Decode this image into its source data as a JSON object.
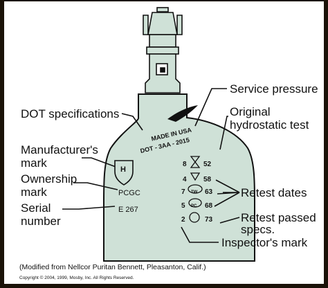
{
  "labels": {
    "service_pressure": "Service pressure",
    "original_hydro_1": "Original",
    "original_hydro_2": "hydrostatic test",
    "dot_specifications": "DOT specifications",
    "manufacturers_1": "Manufacturer's",
    "manufacturers_2": "mark",
    "ownership_1": "Ownership",
    "ownership_2": "mark",
    "serial_1": "Serial",
    "serial_2": "number",
    "retest_dates": "Retest dates",
    "retest_passed_1": "Retest passed",
    "retest_passed_2": "specs.",
    "inspectors_mark": "Inspector's mark"
  },
  "stamps": {
    "made_in": "MADE IN USA",
    "dot_spec": "DOT - 3AA - 2015",
    "shield_letter": "H",
    "ownership": "PCGC",
    "serial": "E 267"
  },
  "retests": [
    {
      "month": "8",
      "year": "52"
    },
    {
      "month": "4",
      "year": "58"
    },
    {
      "month": "7",
      "mark": "TW",
      "year": "63"
    },
    {
      "month": "5",
      "mark": "PC",
      "year": "68"
    },
    {
      "month": "2",
      "year": "73"
    }
  ],
  "footer": {
    "source": "(Modified from Nellcor Puritan Bennett, Pleasanton, Calif.)",
    "copyright": "Copyright © 2004, 1999, Mosby, Inc. All Rights Reserved."
  },
  "colors": {
    "cylinder_fill": "#cfe1d7",
    "outline": "#111111",
    "background": "#ffffff",
    "frame": "#1a1208"
  }
}
